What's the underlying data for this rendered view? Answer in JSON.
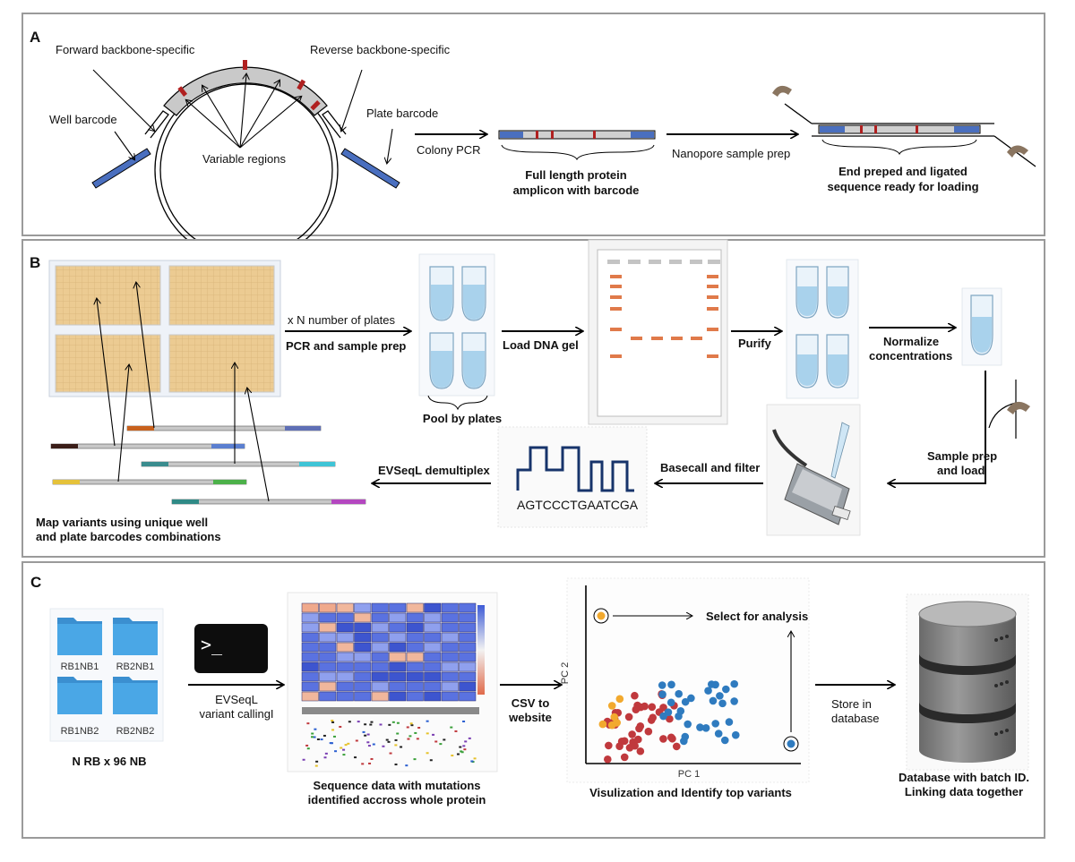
{
  "panels": {
    "a": {
      "label": "A",
      "forward_primer": "Forward backbone-specific",
      "reverse_primer": "Reverse backbone-specific",
      "well_barcode": "Well barcode",
      "plate_barcode": "Plate barcode",
      "variable_regions": "Variable regions",
      "colony_pcr": "Colony PCR",
      "amplicon_line1": "Full length protein",
      "amplicon_line2": "amplicon with barcode",
      "nanopore_prep": "Nanopore sample prep",
      "ligated_line1": "End preped and ligated",
      "ligated_line2": "sequence ready for loading"
    },
    "b": {
      "label": "B",
      "n_plates": "x N number of plates",
      "pcr_prep": "PCR and sample prep",
      "pool": "Pool by plates",
      "load_gel": "Load DNA gel",
      "purify": "Purify",
      "normalize_line1": "Normalize",
      "normalize_line2": "concentrations",
      "sample_prep_line1": "Sample prep",
      "sample_prep_line2": "and load",
      "basecall": "Basecall and filter",
      "sequence": "AGTCCCTGAATCGA",
      "demux": "EVSeqL demultiplex",
      "map_line1": "Map variants using unique well",
      "map_line2": "and plate barcodes combinations"
    },
    "c": {
      "label": "C",
      "folders": [
        "RB1NB1",
        "RB2NB1",
        "RB1NB2",
        "RB2NB2"
      ],
      "rb_nb": "N RB x 96 NB",
      "terminal_prompt": ">_",
      "evseql_line1": "EVSeqL",
      "evseql_line2": "variant callingI",
      "heatmap_line1": "Sequence data with mutations",
      "heatmap_line2": "identified accross whole protein",
      "csv_line1": "CSV to",
      "csv_line2": "website",
      "select": "Select for analysis",
      "pc2": "PC 2",
      "pc1": "PC 1",
      "viz": "Visulization and Identify top variants",
      "store_line1": "Store in",
      "store_line2": "database",
      "db_line1": "Database with batch ID.",
      "db_line2": "Linking data together"
    }
  },
  "colors": {
    "border": "#9a9a9a",
    "barcode_blue": "#4a6fbf",
    "plate_well": "#eccb92",
    "gel_band": "#e07a4a",
    "tube_liquid": "#a9d2ec",
    "folder_blue": "#4aa7e6",
    "cluster_red": "#c0393d",
    "cluster_blue": "#2f7bbf",
    "cluster_orange": "#f2a92e"
  }
}
